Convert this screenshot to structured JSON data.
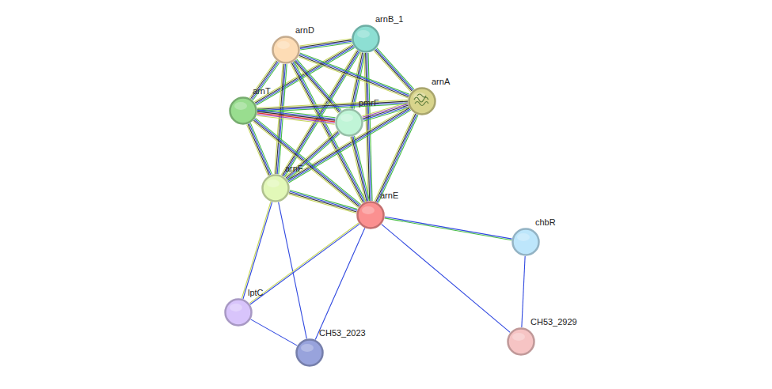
{
  "diagram": {
    "nodes": [
      {
        "text": [
          "arnB_1"
        ]
      },
      {
        "text": [
          "arnD"
        ]
      },
      {
        "text": [
          "arnA"
        ]
      },
      {
        "text": [
          "arnT"
        ]
      },
      {
        "text": [
          "pmrF"
        ]
      },
      {
        "text": [
          "arnF"
        ]
      },
      {
        "text": [
          "arnE"
        ]
      },
      {
        "text": [
          "chbR"
        ]
      },
      {
        "text": [
          "lptC"
        ]
      },
      {
        "text": [
          "CH53_2929"
        ]
      },
      {
        "text": [
          "CH53_2023"
        ]
      }
    ],
    "edges": [
      {
        "from": 0,
        "to": 1,
        "arrow": "none"
      },
      {
        "from": 0,
        "to": 2,
        "arrow": "none"
      },
      {
        "from": 0,
        "to": 3,
        "arrow": "none"
      },
      {
        "from": 0,
        "to": 4,
        "arrow": "none"
      },
      {
        "from": 0,
        "to": 5,
        "arrow": "none"
      },
      {
        "from": 0,
        "to": 6,
        "arrow": "none"
      },
      {
        "from": 1,
        "to": 2,
        "arrow": "none"
      },
      {
        "from": 1,
        "to": 3,
        "arrow": "none"
      },
      {
        "from": 1,
        "to": 4,
        "arrow": "none"
      },
      {
        "from": 1,
        "to": 5,
        "arrow": "none"
      },
      {
        "from": 1,
        "to": 6,
        "arrow": "none"
      },
      {
        "from": 2,
        "to": 3,
        "arrow": "none"
      },
      {
        "from": 2,
        "to": 4,
        "arrow": "none"
      },
      {
        "from": 2,
        "to": 5,
        "arrow": "none"
      },
      {
        "from": 2,
        "to": 6,
        "arrow": "none"
      },
      {
        "from": 3,
        "to": 4,
        "arrow": "none"
      },
      {
        "from": 3,
        "to": 5,
        "arrow": "none"
      },
      {
        "from": 3,
        "to": 6,
        "arrow": "none"
      },
      {
        "from": 4,
        "to": 5,
        "arrow": "none"
      },
      {
        "from": 4,
        "to": 6,
        "arrow": "none"
      },
      {
        "from": 5,
        "to": 6,
        "arrow": "none"
      },
      {
        "from": 5,
        "to": 8,
        "arrow": "none"
      },
      {
        "from": 5,
        "to": 10,
        "arrow": "none"
      },
      {
        "from": 6,
        "to": 8,
        "arrow": "none"
      },
      {
        "from": 6,
        "to": 10,
        "arrow": "none"
      },
      {
        "from": 6,
        "to": 7,
        "arrow": "none"
      },
      {
        "from": 6,
        "to": 9,
        "arrow": "none"
      },
      {
        "from": 7,
        "to": 9,
        "arrow": "none"
      },
      {
        "from": 8,
        "to": 10,
        "arrow": "none"
      }
    ]
  }
}
